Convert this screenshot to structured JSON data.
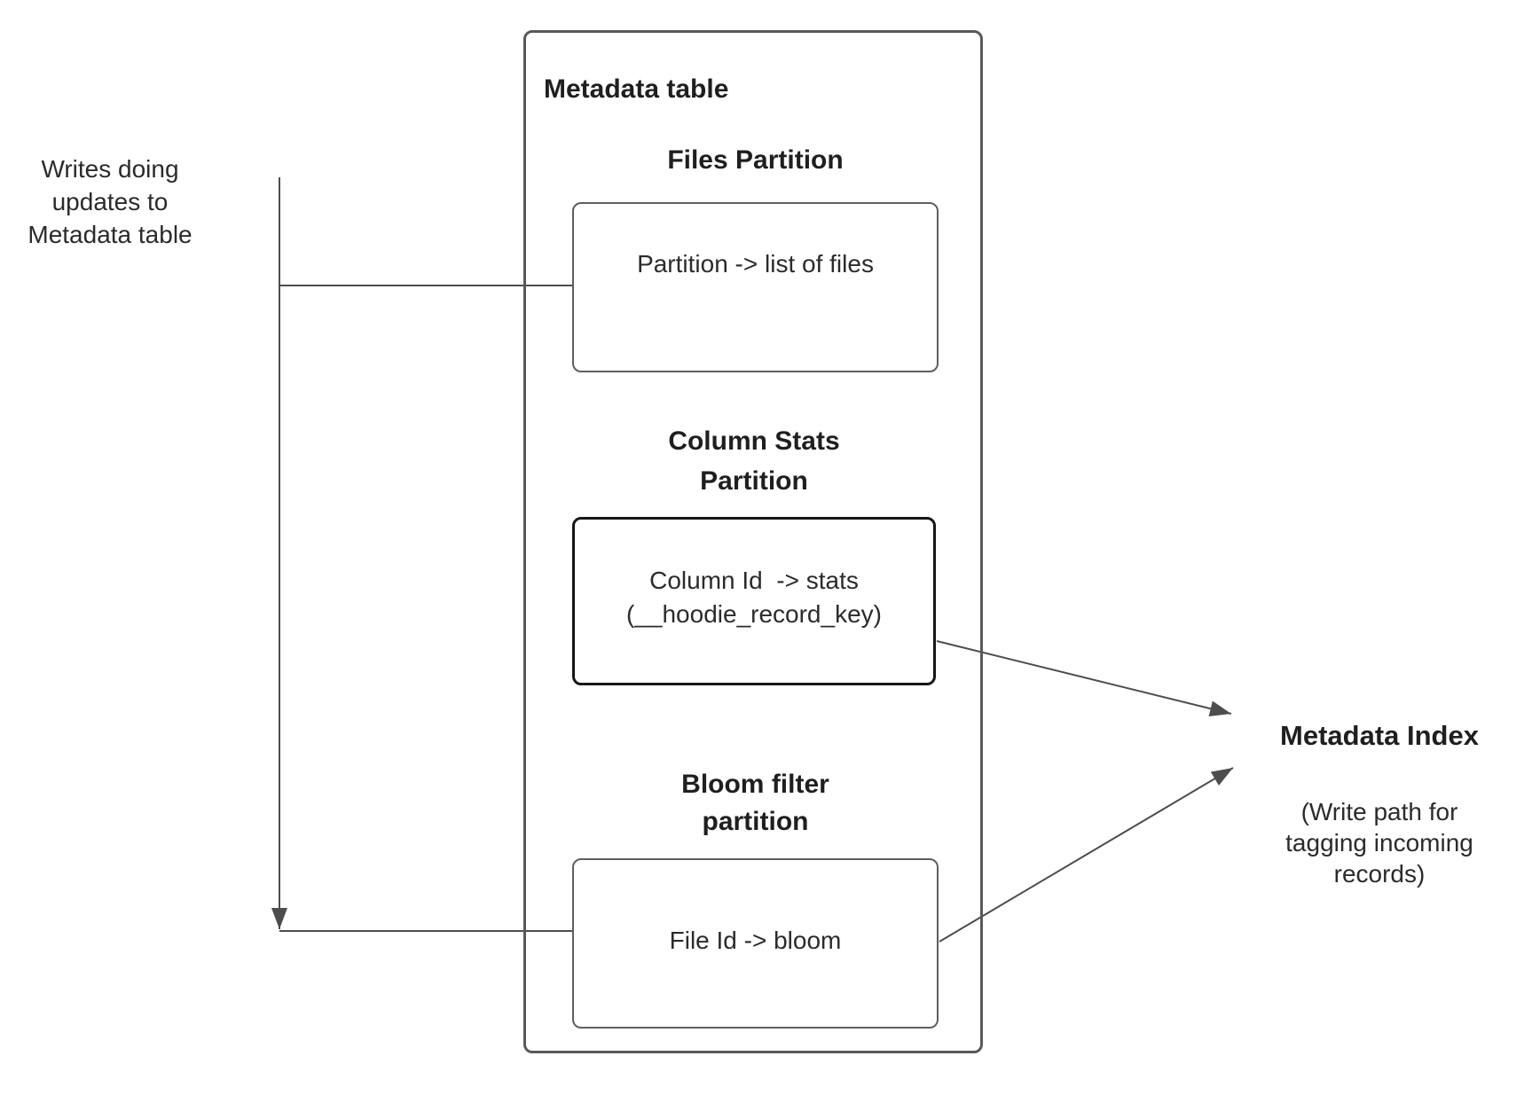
{
  "diagram": {
    "writes_label": "Writes doing\nupdates to\nMetadata table",
    "metadata_table": {
      "title": "Metadata table",
      "partitions": [
        {
          "heading": "Files Partition",
          "box_text": "Partition -> list of files"
        },
        {
          "heading": "Column Stats\nPartition",
          "box_text": "Column Id  -> stats\n(__hoodie_record_key)"
        },
        {
          "heading": "Bloom filter\npartition",
          "box_text": "File Id -> bloom"
        }
      ]
    },
    "metadata_index": {
      "title": "Metadata Index",
      "subtitle": "(Write path for\ntagging incoming\nrecords)"
    },
    "colors": {
      "line": "#4d4d4d",
      "outer_border": "#595959",
      "inner_border": "#5f5f5f",
      "stats_border": "#161616",
      "text": "#2b2b2b"
    }
  }
}
